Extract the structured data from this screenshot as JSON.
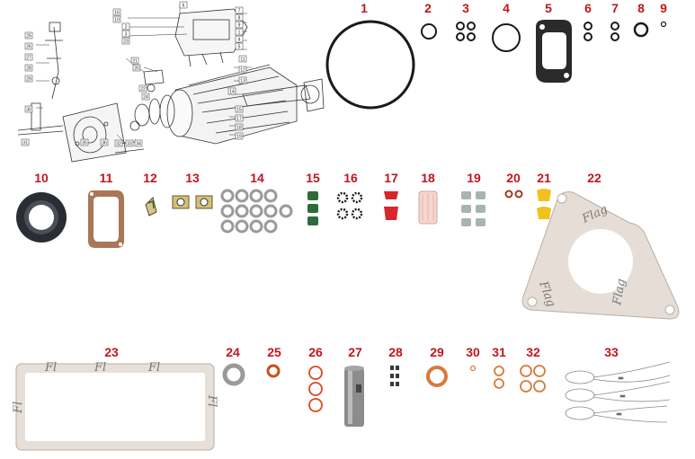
{
  "colors": {
    "label": "#c0161c",
    "black_rubber": "#1a1a1a",
    "copper": "#c8531a",
    "gasket_paper": "#e8e0d8",
    "cork_brown": "#9b6a4a",
    "green_seal": "#2e6b3a",
    "red_plug": "#d8262b",
    "yellow_plug": "#f0c21c",
    "white_plug": "#f6d7d0",
    "grey_metal": "#9a9a9a"
  },
  "diagram": {
    "callouts": [
      "16",
      "10",
      "2",
      "3",
      "23",
      "6",
      "7",
      "8",
      "9",
      "1",
      "4",
      "5",
      "11",
      "12",
      "13",
      "14",
      "15",
      "17",
      "18",
      "19",
      "20",
      "21",
      "22",
      "24",
      "25",
      "26",
      "27",
      "28",
      "29",
      "30",
      "31",
      "32",
      "33",
      "34",
      "35",
      "36"
    ]
  },
  "parts": [
    {
      "number": "1",
      "icon": "large-o-ring-icon"
    },
    {
      "number": "2",
      "icon": "o-ring-icon"
    },
    {
      "number": "3",
      "icon": "o-ring-set-icon"
    },
    {
      "number": "4",
      "icon": "o-ring-icon"
    },
    {
      "number": "5",
      "icon": "flange-gasket-icon"
    },
    {
      "number": "6",
      "icon": "o-ring-pair-icon"
    },
    {
      "number": "7",
      "icon": "o-ring-pair-icon"
    },
    {
      "number": "8",
      "icon": "o-ring-icon"
    },
    {
      "number": "9",
      "icon": "small-ring-icon"
    },
    {
      "number": "10",
      "icon": "shaft-seal-icon"
    },
    {
      "number": "11",
      "icon": "cover-gasket-icon"
    },
    {
      "number": "12",
      "icon": "clip-icon"
    },
    {
      "number": "13",
      "icon": "tab-washer-icon"
    },
    {
      "number": "14",
      "icon": "washer-set-icon"
    },
    {
      "number": "15",
      "icon": "green-seal-icon"
    },
    {
      "number": "16",
      "icon": "star-washer-icon"
    },
    {
      "number": "17",
      "icon": "red-plug-icon"
    },
    {
      "number": "18",
      "icon": "filter-sleeve-icon"
    },
    {
      "number": "19",
      "icon": "grey-cap-icon"
    },
    {
      "number": "20",
      "icon": "copper-ring-pair-icon"
    },
    {
      "number": "21",
      "icon": "yellow-plug-icon"
    },
    {
      "number": "22",
      "icon": "triangle-gasket-icon"
    },
    {
      "number": "23",
      "icon": "rectangle-gasket-icon"
    },
    {
      "number": "24",
      "icon": "metal-ring-icon"
    },
    {
      "number": "25",
      "icon": "copper-washer-icon"
    },
    {
      "number": "26",
      "icon": "copper-ring-stack-icon"
    },
    {
      "number": "27",
      "icon": "shaft-pin-icon"
    },
    {
      "number": "28",
      "icon": "small-block-icon"
    },
    {
      "number": "29",
      "icon": "copper-washer-icon"
    },
    {
      "number": "30",
      "icon": "tiny-ring-icon"
    },
    {
      "number": "31",
      "icon": "copper-ring-pair-icon"
    },
    {
      "number": "32",
      "icon": "copper-ring-grid-icon"
    },
    {
      "number": "33",
      "icon": "wire-seal-icon"
    }
  ],
  "gasket_print": {
    "part_22": [
      "Flag",
      "Flag",
      "Flag"
    ],
    "part_23": [
      "Fl",
      "Fl",
      "Fl",
      "Fl",
      "Fl"
    ]
  }
}
